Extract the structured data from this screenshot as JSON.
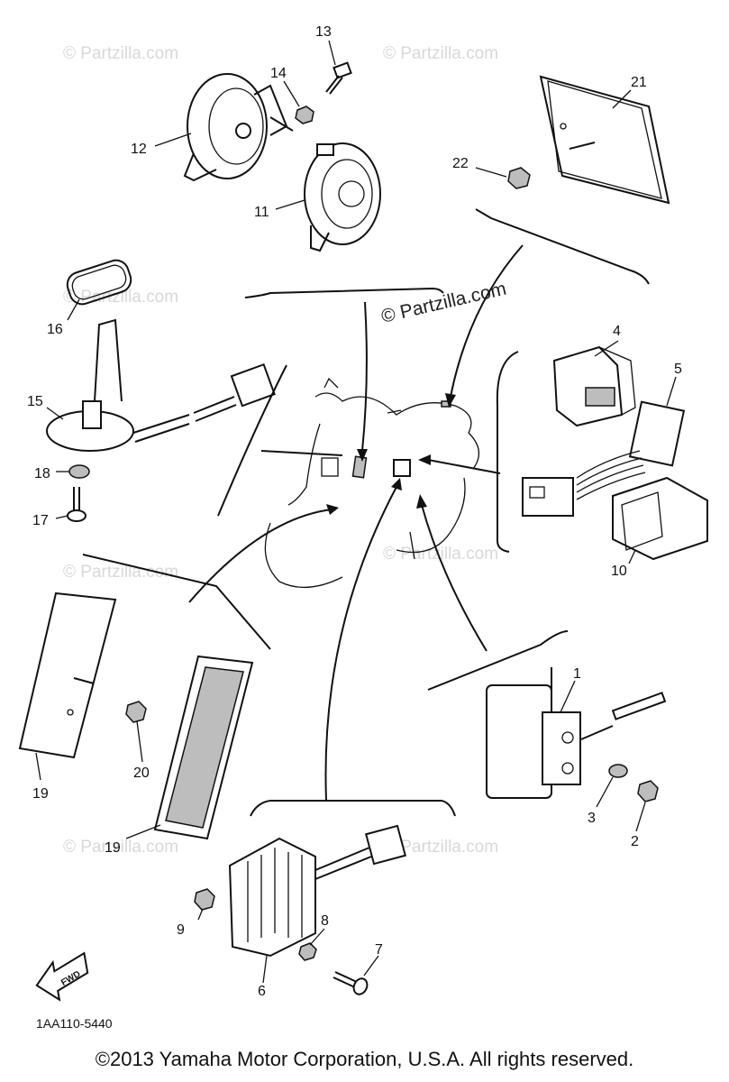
{
  "watermark": {
    "text": "© Partzilla.com"
  },
  "part_labels": {
    "p1": "1",
    "p2": "2",
    "p3": "3",
    "p4": "4",
    "p5": "5",
    "p6": "6",
    "p7": "7",
    "p8": "8",
    "p9": "9",
    "p10": "10",
    "p11": "11",
    "p12": "12",
    "p13": "13",
    "p14": "14",
    "p15": "15",
    "p16": "16",
    "p17": "17",
    "p18": "18",
    "p19a": "19",
    "p19b": "19",
    "p20": "20",
    "p21": "21",
    "p22": "22"
  },
  "fwd_label": "FWD",
  "diagram_code": "1AA110-5440",
  "copyright": "©2013 Yamaha Motor Corporation, U.S.A. All rights reserved."
}
